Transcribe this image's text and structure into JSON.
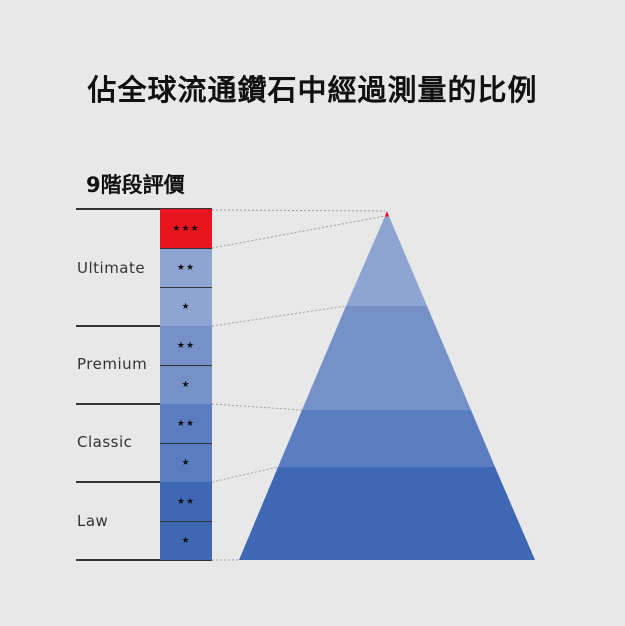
{
  "title": "佔全球流通鑽石中經過測量的比例",
  "subtitle": "9階段評價",
  "tiers": [
    {
      "label": "Ultimate"
    },
    {
      "label": "Premium"
    },
    {
      "label": "Classic"
    },
    {
      "label": "Law"
    }
  ],
  "grades": [
    {
      "stars": "★★★",
      "color": "#e8141e"
    },
    {
      "stars": "★★",
      "color": "#8ea4d2"
    },
    {
      "stars": "★",
      "color": "#8ea4d2"
    },
    {
      "stars": "★★",
      "color": "#7690c8"
    },
    {
      "stars": "★",
      "color": "#7690c8"
    },
    {
      "stars": "★★",
      "color": "#5a7cc0"
    },
    {
      "stars": "★",
      "color": "#5a7cc0"
    },
    {
      "stars": "★★",
      "color": "#3e68b4"
    },
    {
      "stars": "★",
      "color": "#3e68b4"
    }
  ],
  "pyramid_colors": {
    "apex": "#e8141e",
    "ultimate": "#8ea4d2",
    "premium": "#7690c8",
    "classic": "#5a7cc0",
    "law": "#3e68b4"
  }
}
